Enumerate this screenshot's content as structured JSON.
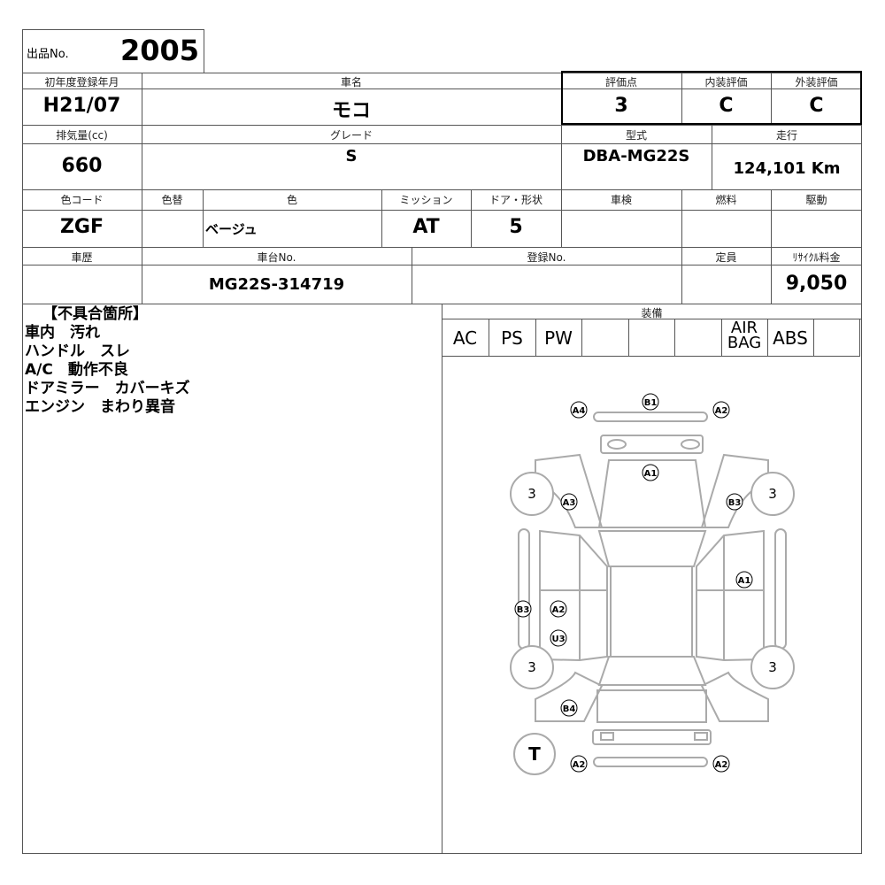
{
  "lot": {
    "label": "出品No.",
    "value": "2005"
  },
  "headers": {
    "first_reg": "初年度登録年月",
    "car_name": "車名",
    "score": "評価点",
    "interior": "内装評価",
    "exterior": "外装評価",
    "displacement": "排気量(cc)",
    "grade": "グレード",
    "model_code": "型式",
    "mileage": "走行",
    "color_code": "色コード",
    "color_change": "色替",
    "color": "色",
    "mission": "ミッション",
    "doors": "ドア・形状",
    "inspection": "車検",
    "fuel": "燃料",
    "drive": "駆動",
    "history": "車歴",
    "chassis_no": "車台No.",
    "reg_no": "登録No.",
    "capacity": "定員",
    "recycle_fee": "ﾘｻｲｸﾙ料金",
    "equipment": "装備"
  },
  "values": {
    "first_reg": "H21/07",
    "car_name": "モコ",
    "score": "3",
    "interior": "C",
    "exterior": "C",
    "displacement": "660",
    "grade": "S",
    "model_code": "DBA-MG22S",
    "mileage": "124,101 Km",
    "color_code": "ZGF",
    "color_change": "",
    "color": "ベージュ",
    "mission": "AT",
    "doors": "5",
    "inspection": "",
    "fuel": "",
    "drive": "",
    "history": "",
    "chassis_no": "MG22S-314719",
    "reg_no": "",
    "capacity": "",
    "recycle_fee": "9,050"
  },
  "issues": {
    "title": "【不具合箇所】",
    "items": [
      "車内　汚れ",
      "ハンドル　スレ",
      "A/C　動作不良",
      "ドアミラー　カバーキズ",
      "エンジン　まわり異音"
    ]
  },
  "equipment": {
    "items": [
      "AC",
      "PS",
      "PW",
      "",
      "",
      "",
      "AIR\nBAG",
      "ABS",
      ""
    ]
  },
  "diagram": {
    "markers": [
      "A4",
      "B1",
      "A2",
      "A1",
      "A3",
      "B3",
      "A1",
      "B3",
      "A2",
      "U3",
      "B4",
      "A2",
      "A2"
    ],
    "tires": [
      "3",
      "3",
      "3",
      "3"
    ],
    "spare": "T"
  }
}
